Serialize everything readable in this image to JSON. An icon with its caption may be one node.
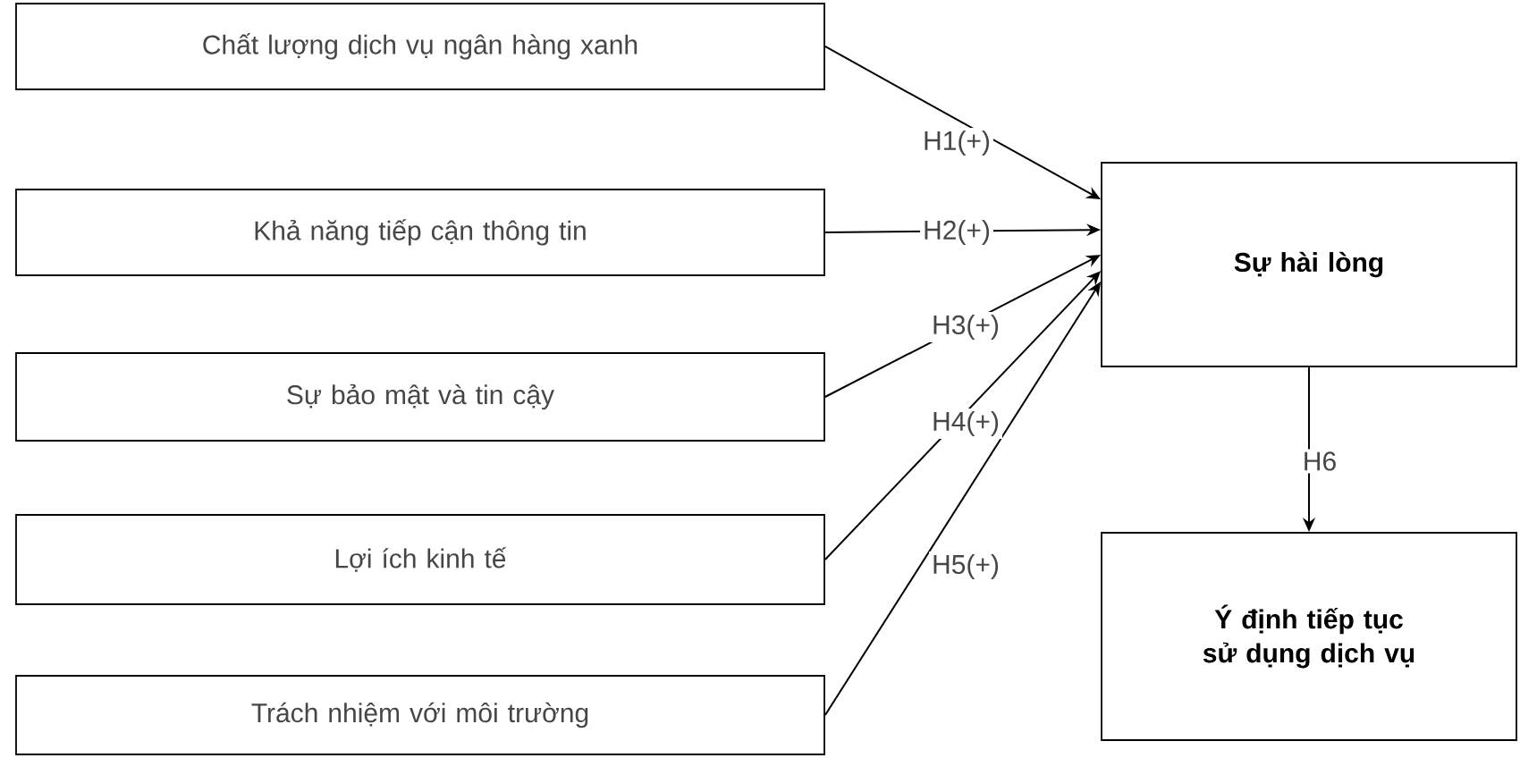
{
  "diagram": {
    "nodes": [
      {
        "text": [
          "Chất lượng dịch vụ ngân hàng xanh"
        ]
      },
      {
        "text": [
          "Khả năng tiếp cận thông tin"
        ]
      },
      {
        "text": [
          "Sự bảo mật và tin cậy"
        ]
      },
      {
        "text": [
          "Lợi ích kinh tế"
        ]
      },
      {
        "text": [
          "Trách nhiệm với môi trường"
        ]
      },
      {
        "text": [
          "Sự hài lòng"
        ]
      },
      {
        "text": [
          "Ý định tiếp tục sử dụng dịch vụ"
        ]
      }
    ],
    "edges": [
      {
        "from": 0,
        "to": 5,
        "arrow": "to",
        "label": "H1(+)"
      },
      {
        "from": 1,
        "to": 5,
        "arrow": "to",
        "label": "H2(+)"
      },
      {
        "from": 2,
        "to": 5,
        "arrow": "to",
        "label": "H3(+)"
      },
      {
        "from": 3,
        "to": 5,
        "arrow": "to",
        "label": "H4(+)"
      },
      {
        "from": 4,
        "to": 5,
        "arrow": "to",
        "label": "H5(+)"
      },
      {
        "from": 5,
        "to": 6,
        "arrow": "to",
        "label": "H6"
      }
    ]
  }
}
